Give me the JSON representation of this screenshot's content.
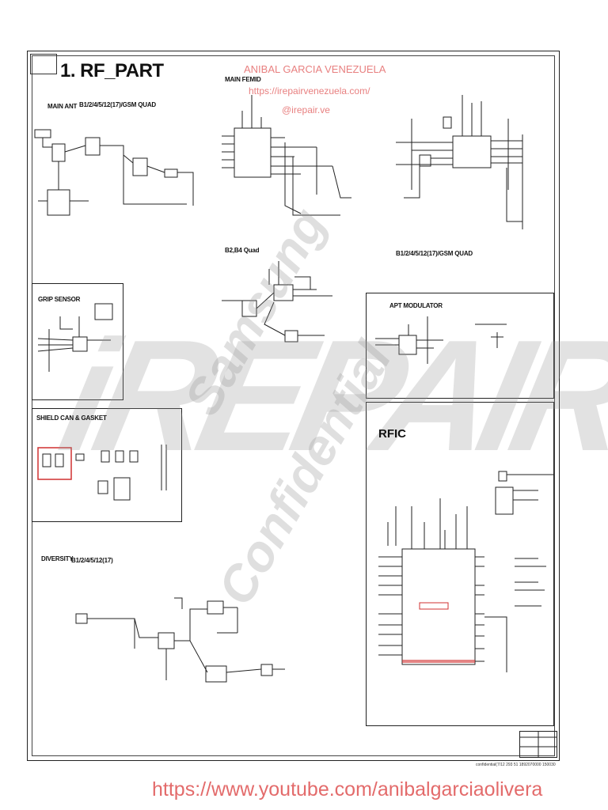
{
  "sheet": {
    "title": "1. RF_PART",
    "labels": {
      "main_ant": "MAIN ANT",
      "bands_main": "B1/2/4/5/12(17)/GSM QUAD",
      "main_femid": "MAIN FEMID",
      "b2b4_quad": "B2,B4 Quad",
      "bands_right": "B1/2/4/5/12(17)/GSM QUAD",
      "grip_sensor": "GRIP SENSOR",
      "apt_modulator": "APT MODULATOR",
      "shield_can": "SHIELD CAN & GASKET",
      "diversity": "DIVERSITY",
      "bands_diversity": "B1/2/4/5/12(17)",
      "rfic": "RFIC"
    },
    "confidential_line": "confidential(7/12 293 51 1892070000  150030",
    "watermark_overlay": "iREPAIR",
    "samsung_mark_1": "Samsung",
    "samsung_mark_2": "Confidential"
  },
  "watermark": {
    "name": "ANIBAL GARCIA VENEZUELA",
    "url": "https://irepairvenezuela.com/",
    "handle": "@irepair.ve"
  },
  "footer": {
    "url": "https://www.youtube.com/anibalgarciaolivera"
  },
  "colors": {
    "watermark": "#e88080",
    "footer_url": "#e36b6b",
    "highlight_box": "#d03030",
    "line": "#222222"
  }
}
